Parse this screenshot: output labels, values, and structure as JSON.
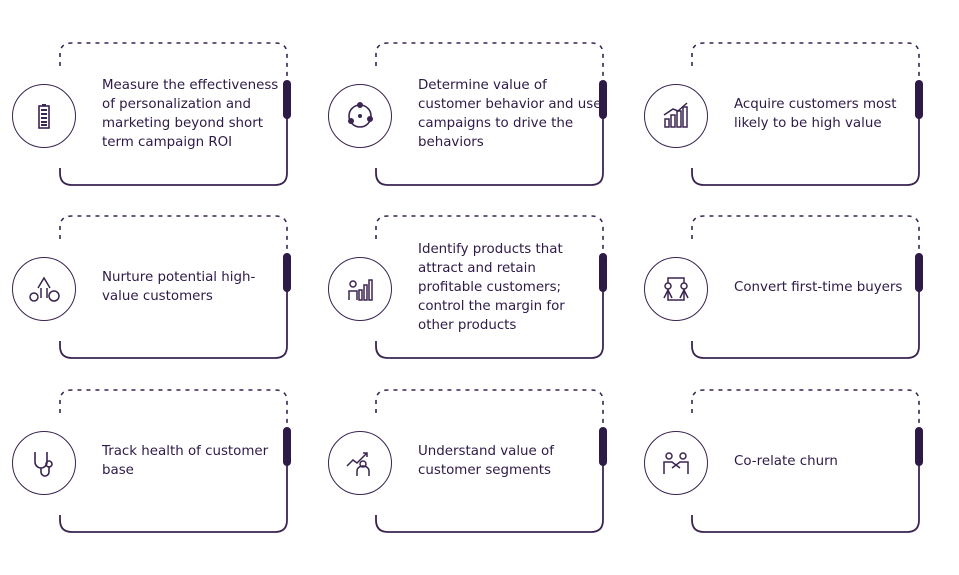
{
  "colors": {
    "primary": "#2e1a47",
    "line": "#3a2450"
  },
  "cards": [
    {
      "text": "Measure the effectiveness of personalization and marketing beyond short term campaign ROI",
      "icon": "battery-icon"
    },
    {
      "text": "Determine value of customer behavior and use campaigns to drive the behaviors",
      "icon": "cycle-icon"
    },
    {
      "text": "Acquire customers most likely to be high value",
      "icon": "growth-chart-icon"
    },
    {
      "text": "Nurture potential high-value customers",
      "icon": "money-bags-arrow-icon"
    },
    {
      "text": "Identify products that attract and retain  profitable customers; control the margin for other products",
      "icon": "person-chart-icon"
    },
    {
      "text": "Convert first-time buyers",
      "icon": "people-exchange-icon"
    },
    {
      "text": "Track health of customer base",
      "icon": "stethoscope-icon"
    },
    {
      "text": "Understand value of customer segments",
      "icon": "businessman-trend-icon"
    },
    {
      "text": "Co-relate churn",
      "icon": "handshake-icon"
    }
  ]
}
